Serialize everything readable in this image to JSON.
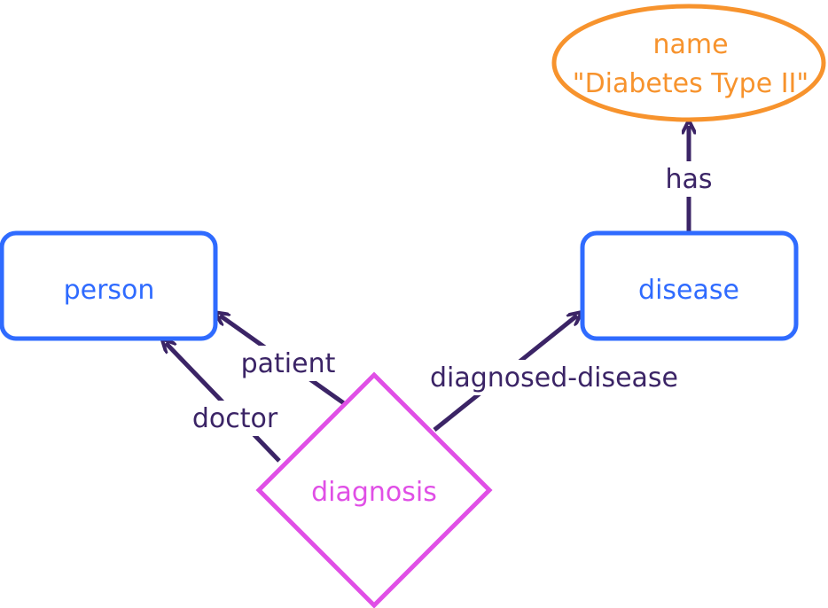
{
  "nodes": {
    "attribute": {
      "line1": "name",
      "line2": "\"Diabetes Type II\""
    },
    "person": {
      "label": "person"
    },
    "disease": {
      "label": "disease"
    },
    "diagnosis": {
      "label": "diagnosis"
    }
  },
  "edges": {
    "has": "has",
    "patient": "patient",
    "doctor": "doctor",
    "diagnosed_disease": "diagnosed-disease"
  },
  "colors": {
    "entity": "#2f6bff",
    "relation": "#e04fe6",
    "attribute": "#f7932d",
    "edge": "#3b2466"
  }
}
